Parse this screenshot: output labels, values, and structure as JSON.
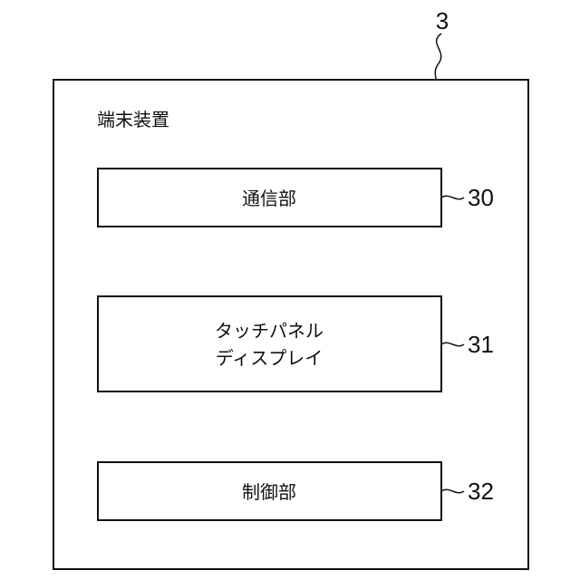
{
  "device": {
    "ref": "3",
    "title": "端末装置"
  },
  "components": [
    {
      "ref": "30",
      "lines": [
        "通信部"
      ]
    },
    {
      "ref": "31",
      "lines": [
        "タッチパネル",
        "ディスプレイ"
      ]
    },
    {
      "ref": "32",
      "lines": [
        "制御部"
      ]
    }
  ]
}
